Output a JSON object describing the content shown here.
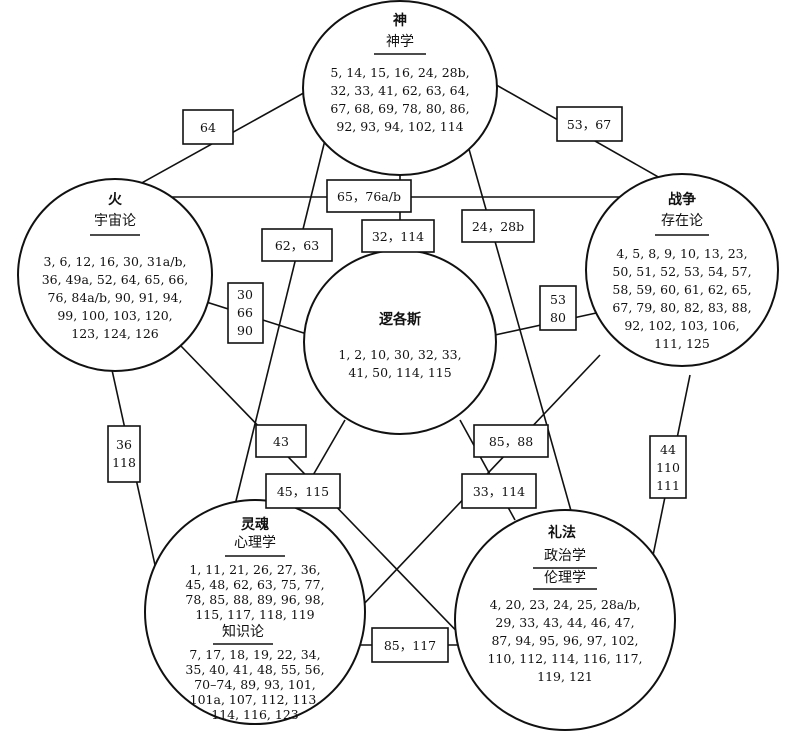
{
  "nodes": {
    "shen": {
      "title": "神",
      "subtitles": [
        "神学"
      ],
      "refs": [
        "5, 14, 15, 16, 24, 28b,",
        "32, 33, 41, 62, 63, 64,",
        "67, 68, 69, 78, 80, 86,",
        "92, 93, 94, 102, 114"
      ]
    },
    "huo": {
      "title": "火",
      "subtitles": [
        "宇宙论"
      ],
      "refs": [
        "3, 6, 12, 16, 30, 31a/b,",
        "36, 49a, 52, 64, 65, 66,",
        "76, 84a/b, 90, 91, 94,",
        "99, 100, 103, 120,",
        "123, 124, 126"
      ]
    },
    "zhanzheng": {
      "title": "战争",
      "subtitles": [
        "存在论"
      ],
      "refs": [
        "4, 5, 8, 9, 10, 13, 23,",
        "50, 51, 52, 53, 54, 57,",
        "58, 59, 60, 61, 62, 65,",
        "67, 79, 80, 82, 83, 88,",
        "92, 102, 103, 106,",
        "111, 125"
      ]
    },
    "logos": {
      "title": "逻各斯",
      "refs": [
        "1, 2, 10, 30, 32, 33,",
        "41, 50, 114, 115"
      ]
    },
    "linghun": {
      "title": "灵魂",
      "subtitles": [
        "心理学",
        "知识论"
      ],
      "refs": [
        "1, 11, 21, 26, 27, 36,",
        "45, 48, 62, 63, 75, 77,",
        "78, 85, 88, 89, 96, 98,",
        "115, 117, 118, 119"
      ],
      "refs2": [
        "7, 17, 18, 19, 22, 34,",
        "35, 40, 41, 48, 55, 56,",
        "70–74, 89, 93, 101,",
        "101a, 107, 112, 113,",
        "114, 116, 123"
      ]
    },
    "lifa": {
      "title": "礼法",
      "subtitles": [
        "政治学",
        "伦理学"
      ],
      "refs": [
        "4, 20, 23, 24, 25, 28a/b,",
        "29, 33, 43, 44, 46, 47,",
        "87, 94, 95, 96, 97, 102,",
        "110, 112, 114, 116, 117,",
        "119, 121"
      ]
    }
  },
  "edges": {
    "shen_huo": [
      "64"
    ],
    "shen_zhanzheng": [
      "53，67"
    ],
    "huo_zhanzheng": [
      "65，76a/b"
    ],
    "shen_linghun": [
      "62，63"
    ],
    "shen_logos": [
      "32，114"
    ],
    "shen_lifa": [
      "24，28b"
    ],
    "huo_logos": [
      "30",
      "66",
      "90"
    ],
    "zhanzheng_logos": [
      "53",
      "80"
    ],
    "huo_linghun": [
      "36",
      "118"
    ],
    "zhanzheng_lifa": [
      "44",
      "110",
      "111"
    ],
    "huo_lifa": [
      "43"
    ],
    "zhanzheng_linghun": [
      "85，88"
    ],
    "logos_linghun": [
      "45，115"
    ],
    "logos_lifa": [
      "33，114"
    ],
    "linghun_lifa": [
      "85，117"
    ]
  }
}
